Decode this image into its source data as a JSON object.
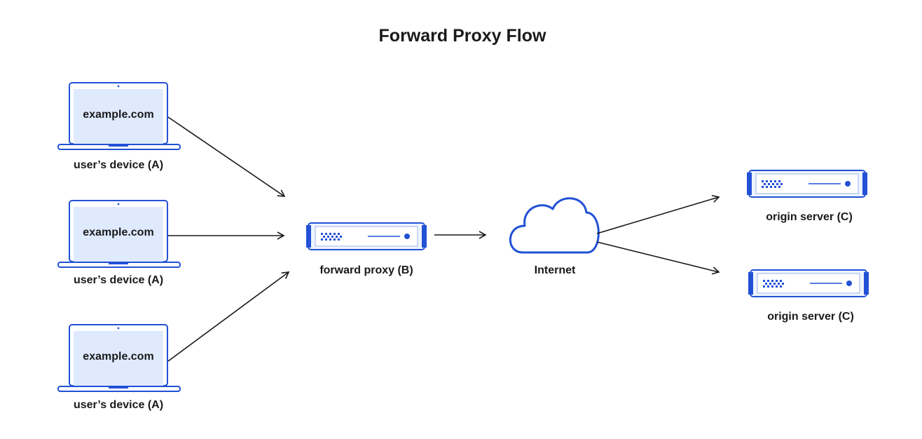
{
  "diagram": {
    "title": "Forward Proxy Flow",
    "devices": [
      {
        "screen_text": "example.com",
        "label": "user’s device (A)"
      },
      {
        "screen_text": "example.com",
        "label": "user’s device (A)"
      },
      {
        "screen_text": "example.com",
        "label": "user’s device (A)"
      }
    ],
    "proxy": {
      "label": "forward proxy (B)"
    },
    "internet": {
      "label": "Internet"
    },
    "servers": [
      {
        "label": "origin server (C)"
      },
      {
        "label": "origin server (C)"
      }
    ],
    "colors": {
      "accent": "#2251d6",
      "screen_fill": "#dfeaff",
      "panel_fill": "#eef4ff",
      "text": "#1a1a1a",
      "background": "#ffffff"
    },
    "icons": [
      "laptop-icon",
      "server-icon",
      "cloud-icon",
      "arrow-icon"
    ]
  }
}
